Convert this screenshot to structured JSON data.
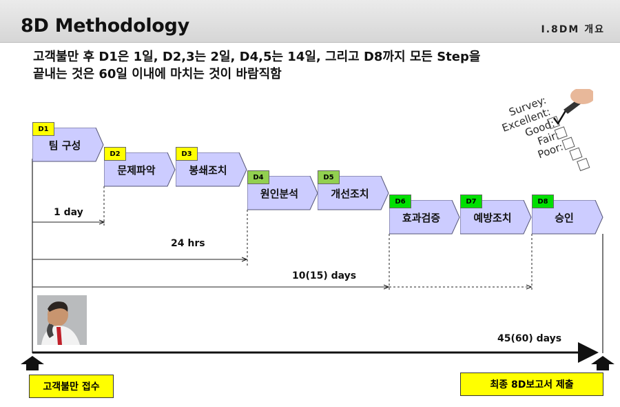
{
  "header": {
    "title": "8D Methodology",
    "section": "I.8DM 개요"
  },
  "headline": {
    "line1": "고객불만 후 D1은 1일, D2,3는 2일, D4,5는 14일, 그리고 D8까지 모든 Step을",
    "line2": "끝내는 것은 60일 이내에 마치는 것이 바람직함"
  },
  "steps": [
    {
      "tag": "D1",
      "label": "팀 구성",
      "tag_color": "#ffff00"
    },
    {
      "tag": "D2",
      "label": "문제파악",
      "tag_color": "#ffff00"
    },
    {
      "tag": "D3",
      "label": "봉쇄조치",
      "tag_color": "#ffff00"
    },
    {
      "tag": "D4",
      "label": "원인분석",
      "tag_color": "#92d050"
    },
    {
      "tag": "D5",
      "label": "개선조치",
      "tag_color": "#92d050"
    },
    {
      "tag": "D6",
      "label": "효과검증",
      "tag_color": "#00e000"
    },
    {
      "tag": "D7",
      "label": "예방조치",
      "tag_color": "#00e000"
    },
    {
      "tag": "D8",
      "label": "승인",
      "tag_color": "#00e000"
    }
  ],
  "durations": {
    "d1": "1 day",
    "d3": "24 hrs",
    "d5": "10(15) days",
    "d8": "45(60) days"
  },
  "start_label": "고객불만 접수",
  "end_label": "최종 8D보고서 제출",
  "survey": {
    "lines": [
      "Survey:",
      "Excellent:",
      "Good:",
      "Fair:",
      "Poor:"
    ]
  },
  "colors": {
    "step_fill": "#ccccff",
    "step_border": "#555577",
    "box_fill": "#ffff00"
  }
}
